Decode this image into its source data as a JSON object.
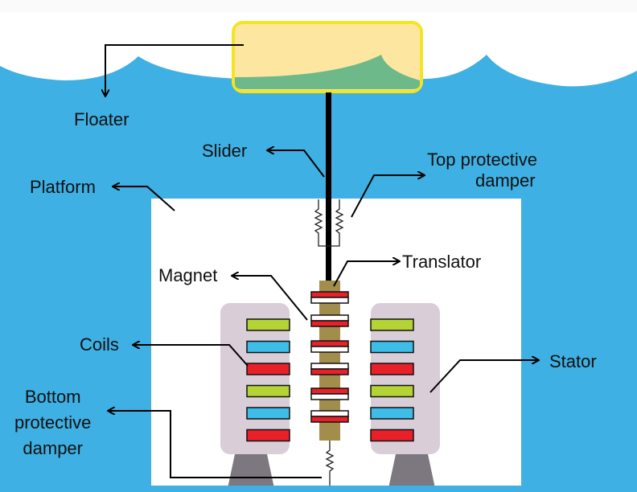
{
  "labels": {
    "floater": "Floater",
    "slider": "Slider",
    "top_damper": [
      "Top protective",
      "damper"
    ],
    "platform": "Platform",
    "magnet": "Magnet",
    "translator": "Translator",
    "coils": "Coils",
    "stator": "Stator",
    "bottom_damper": [
      "Bottom",
      "protective",
      "damper"
    ]
  },
  "colors": {
    "water": "#3fb0e3",
    "floater_fill": "#fde7a0",
    "floater_border": "#f3e424",
    "translator": "#a38d4c",
    "stator": "#d9cdd8",
    "coil_green": "#b4d334",
    "coil_blue": "#3dbde8",
    "coil_red": "#e8202a",
    "base": "#7d777f"
  }
}
